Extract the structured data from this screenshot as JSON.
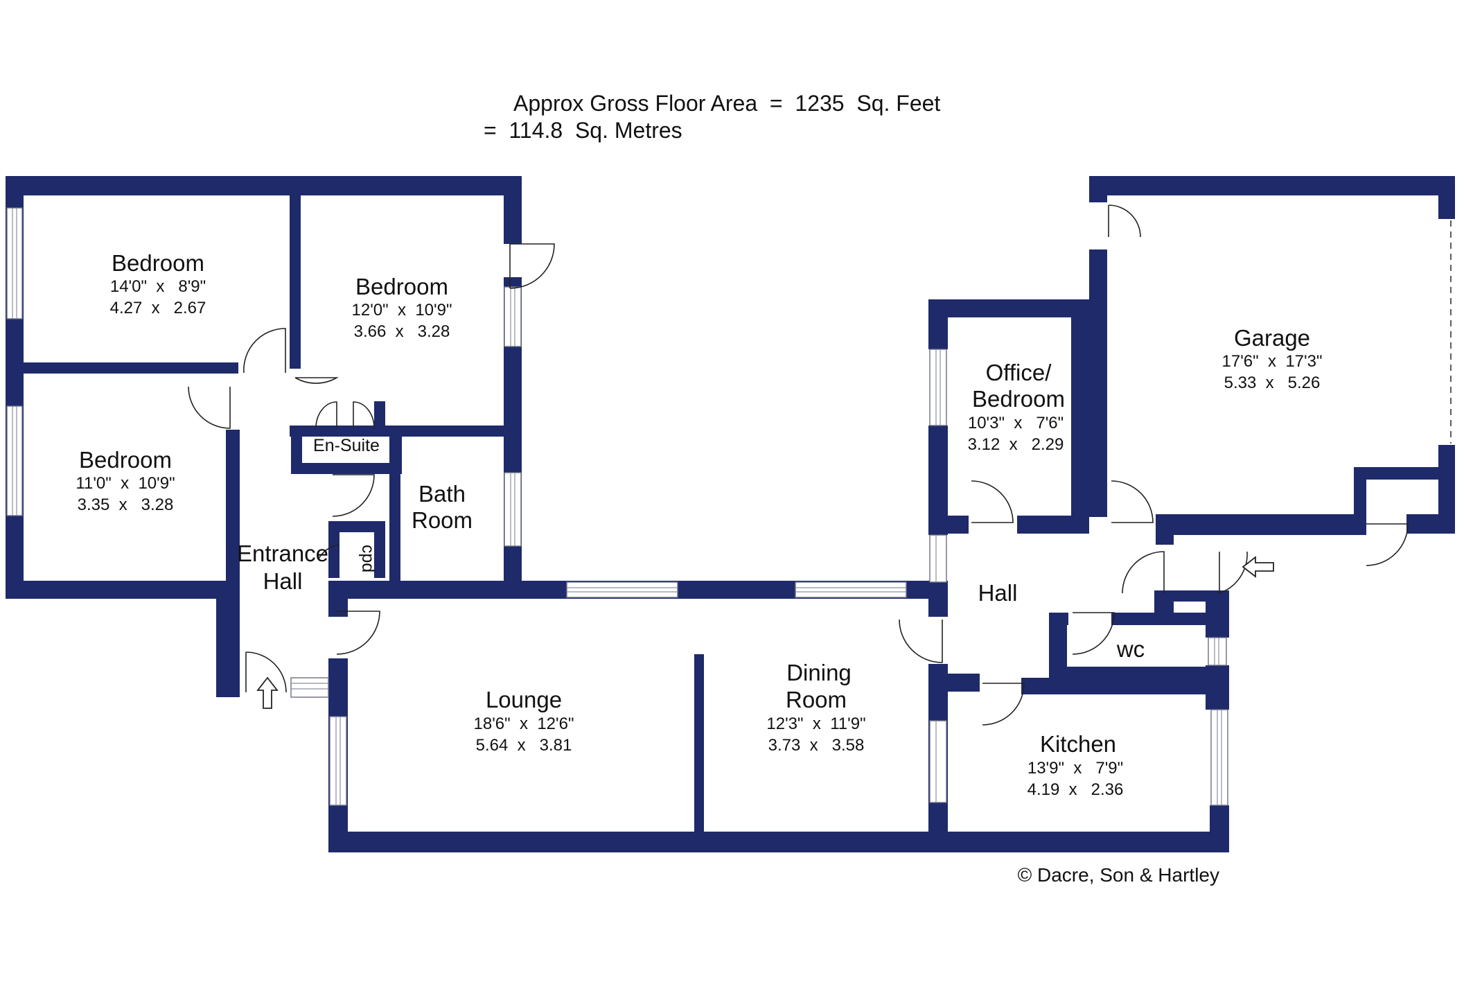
{
  "header": {
    "area_line1": "Approx Gross Floor Area  =  1235  Sq. Feet",
    "area_line2": "=  114.8  Sq. Metres"
  },
  "rooms": {
    "bedroom_top_left": {
      "name": "Bedroom",
      "imperial": "14'0\"  x   8'9\"",
      "metric": "4.27  x   2.67"
    },
    "bedroom_middle": {
      "name": "Bedroom",
      "imperial": "12'0\"  x  10'9\"",
      "metric": "3.66  x   3.28"
    },
    "bedroom_left": {
      "name": "Bedroom",
      "imperial": "11'0\"  x  10'9\"",
      "metric": "3.35  x   3.28"
    },
    "en_suite": {
      "name": "En-Suite"
    },
    "bath_room": {
      "line1": "Bath",
      "line2": "Room"
    },
    "cpd": {
      "name": "cpd"
    },
    "entrance_hall": {
      "line1": "Entrance",
      "line2": "Hall"
    },
    "lounge": {
      "name": "Lounge",
      "imperial": "18'6\"  x  12'6\"",
      "metric": "5.64  x   3.81"
    },
    "dining_room": {
      "line1": "Dining",
      "line2": "Room",
      "imperial": "12'3\"  x  11'9\"",
      "metric": "3.73  x   3.58"
    },
    "office_bedroom": {
      "line1": "Office/",
      "line2": "Bedroom",
      "imperial": "10'3\"  x   7'6\"",
      "metric": "3.12  x   2.29"
    },
    "garage": {
      "name": "Garage",
      "imperial": "17'6\"  x  17'3\"",
      "metric": "5.33  x   5.26"
    },
    "hall": {
      "name": "Hall"
    },
    "wc": {
      "name": "wc"
    },
    "kitchen": {
      "name": "Kitchen",
      "imperial": "13'9\"  x   7'9\"",
      "metric": "4.19  x   2.36"
    }
  },
  "credit": "© Dacre, Son & Hartley",
  "colors": {
    "wall": "#1f2a6b",
    "background": "#ffffff"
  }
}
